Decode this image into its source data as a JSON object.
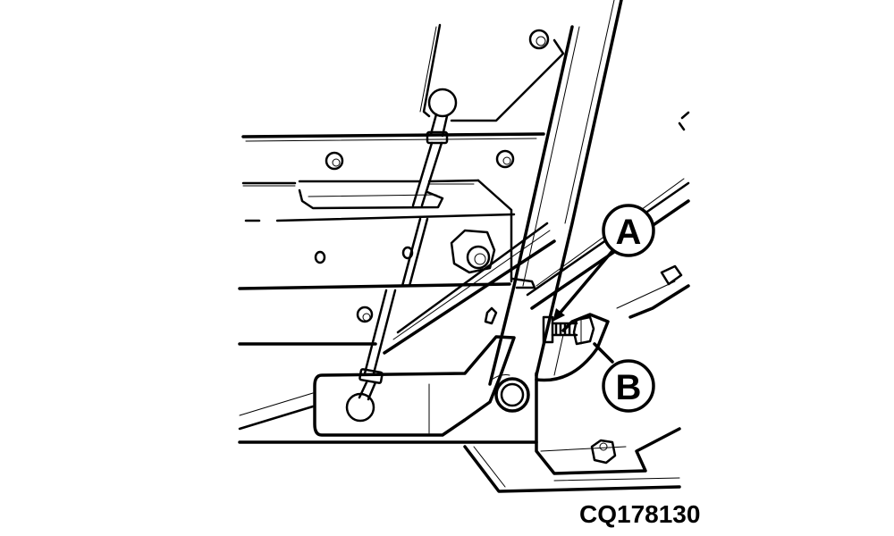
{
  "figure": {
    "code": "CQ178130",
    "callouts": [
      {
        "label": "A",
        "target": "adjustment-bolt-head"
      },
      {
        "label": "B",
        "target": "jam-nut"
      }
    ],
    "colors": {
      "line": "#000000",
      "background": "#ffffff"
    }
  }
}
